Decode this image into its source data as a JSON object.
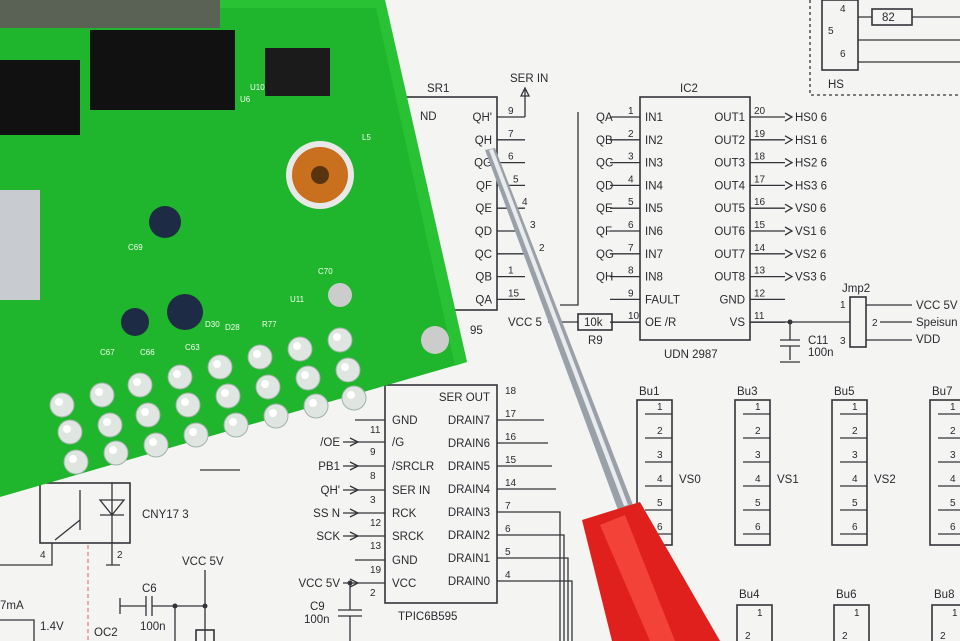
{
  "scene": {
    "paper_color": "#f4f4f2",
    "pcb_color": "#1fb52c",
    "handle_color": "#e0201c",
    "ink_color": "#33343a"
  },
  "sr1": {
    "title": "SR1",
    "ser_in": "SER IN",
    "gnd": "ND",
    "part": "95",
    "pins": [
      "QH'",
      "QH",
      "QG",
      "QF",
      "QE",
      "QD",
      "QC",
      "QB",
      "QA"
    ],
    "nums": [
      "9",
      "7",
      "6",
      "5",
      "4",
      "3",
      "2",
      "1",
      "15"
    ]
  },
  "ic2": {
    "title": "IC2",
    "part": "UDN 2987",
    "inputs": [
      "QA",
      "QB",
      "QC",
      "QD",
      "QE",
      "QF",
      "QG",
      "QH"
    ],
    "left_pins": [
      "IN1",
      "IN2",
      "IN3",
      "IN4",
      "IN5",
      "IN6",
      "IN7",
      "IN8",
      "FAULT",
      "OE /R"
    ],
    "left_nums": [
      "1",
      "2",
      "3",
      "4",
      "5",
      "6",
      "7",
      "8",
      "9",
      "10"
    ],
    "right_pins": [
      "OUT1",
      "OUT2",
      "OUT3",
      "OUT4",
      "OUT5",
      "OUT6",
      "OUT7",
      "OUT8",
      "GND",
      "VS"
    ],
    "right_nums": [
      "20",
      "19",
      "18",
      "17",
      "16",
      "15",
      "14",
      "13",
      "12",
      "11"
    ],
    "outputs": [
      "HS0 6",
      "HS1 6",
      "HS2 6",
      "HS3 6",
      "VS0 6",
      "VS1 6",
      "VS2 6",
      "VS3 6"
    ]
  },
  "r9": {
    "value": "10k",
    "name": "R9",
    "vcc": "VCC 5"
  },
  "c11": {
    "name": "C11",
    "value": "100n"
  },
  "jmp2": {
    "name": "Jmp2",
    "pins": [
      "1",
      "2",
      "3"
    ],
    "vcc": "VCC 5V",
    "speis": "Speisun",
    "vdd": "VDD"
  },
  "tpic": {
    "part": "TPIC6B595",
    "inputs": [
      "/OE",
      "PB1",
      "QH'",
      "SS N",
      "SCK",
      "VCC 5V"
    ],
    "left_pins": [
      "GND",
      "/G",
      "/SRCLR",
      "SER IN",
      "RCK",
      "SRCK",
      "GND",
      "VCC"
    ],
    "left_nums": [
      "11",
      "9",
      "8",
      "3",
      "12",
      "13",
      "19",
      "2"
    ],
    "right_pins": [
      "SER OUT",
      "DRAIN7",
      "DRAIN6",
      "DRAIN5",
      "DRAIN4",
      "DRAIN3",
      "DRAIN2",
      "DRAIN1",
      "DRAIN0"
    ],
    "right_nums": [
      "18",
      "17",
      "16",
      "15",
      "14",
      "7",
      "6",
      "5",
      "4"
    ]
  },
  "c9": {
    "name": "C9",
    "value": "100n"
  },
  "connectors": {
    "top": [
      "Bu1",
      "Bu3",
      "Bu5",
      "Bu7"
    ],
    "bottom": [
      "Bu4",
      "Bu6",
      "Bu8"
    ],
    "pin_nums": [
      "1",
      "2",
      "3",
      "4",
      "5",
      "6"
    ],
    "nets": [
      "VS0",
      "VS1",
      "VS2"
    ]
  },
  "hs_block": {
    "pins": [
      "4",
      "5",
      "6"
    ],
    "resistor": "82",
    "name": "HS"
  },
  "opto": {
    "name": "CNY17 3",
    "pin_a": "4",
    "pin_b": "2",
    "oc": "OC2",
    "current": "7mA",
    "voltage": "1.4V"
  },
  "c6": {
    "name": "C6",
    "value": "100n",
    "vcc": "VCC 5V"
  },
  "pcb_labels": [
    "C70",
    "U11",
    "R77",
    "D30",
    "D28",
    "C66",
    "C63",
    "U10",
    "L5",
    "C69",
    "C67",
    "U6"
  ]
}
